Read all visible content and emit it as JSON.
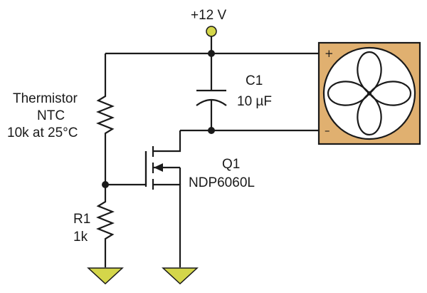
{
  "supply": {
    "label": "+12 V",
    "color": "#d4d64a"
  },
  "thermistor": {
    "line1": "Thermistor",
    "line2": "NTC",
    "line3": "10k at 25°C"
  },
  "r1": {
    "name": "R1",
    "value": "1k"
  },
  "c1": {
    "name": "C1",
    "value": "10 µF"
  },
  "q1": {
    "name": "Q1",
    "part": "NDP6060L"
  },
  "fan": {
    "plus": "+",
    "minus": "–",
    "frame_color": "#e0b070"
  },
  "ground": {
    "color": "#d4d64a"
  },
  "icons": [
    "supply-terminal-icon",
    "ground-icon",
    "fan-icon",
    "resistor-icon",
    "capacitor-icon",
    "mosfet-icon"
  ]
}
